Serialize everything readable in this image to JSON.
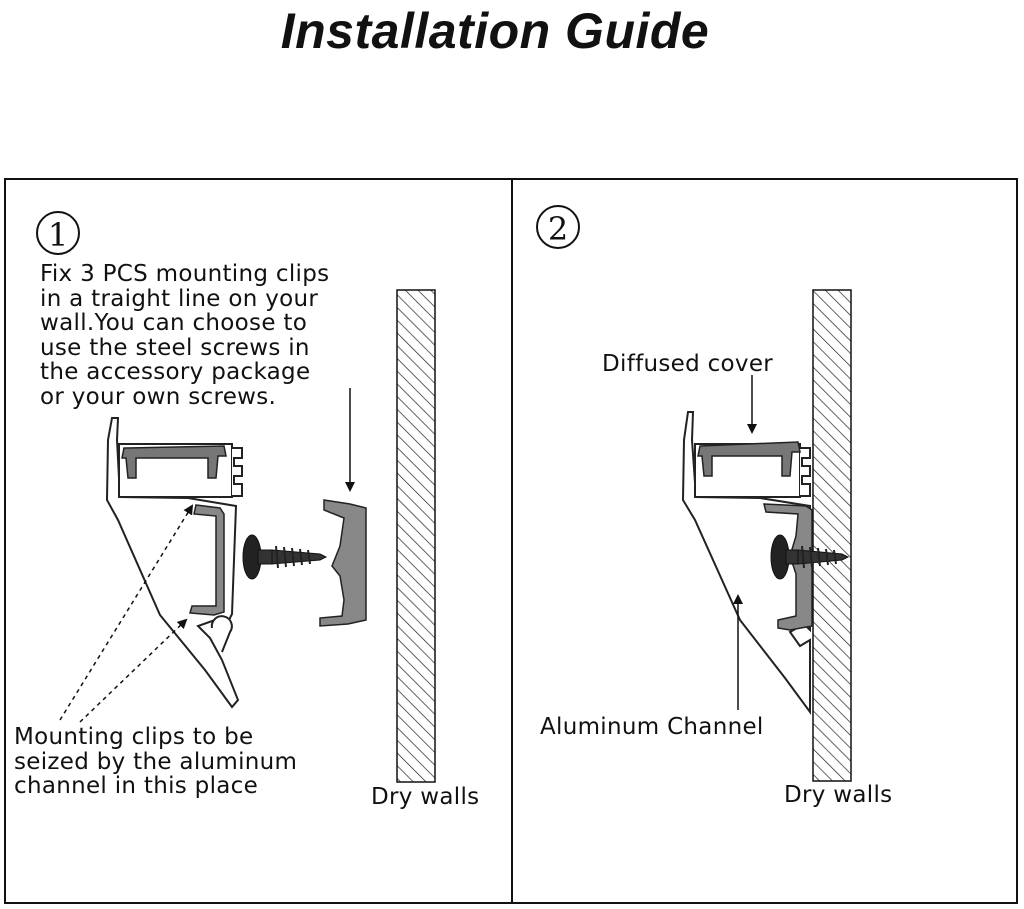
{
  "title": "Installation Guide",
  "steps": [
    {
      "number": "1",
      "instruction_lines": [
        "Fix 3 PCS mounting clips",
        "in a traight line on your",
        "wall.You can choose to",
        "use the steel screws in",
        "the accessory package",
        "or your own screws."
      ],
      "clip_label_lines": [
        "Mounting clips to be",
        "seized by the aluminum",
        "channel in this place"
      ],
      "wall_label": "Dry walls"
    },
    {
      "number": "2",
      "cover_label": "Diffused cover",
      "channel_label": "Aluminum Channel",
      "wall_label": "Dry walls"
    }
  ]
}
